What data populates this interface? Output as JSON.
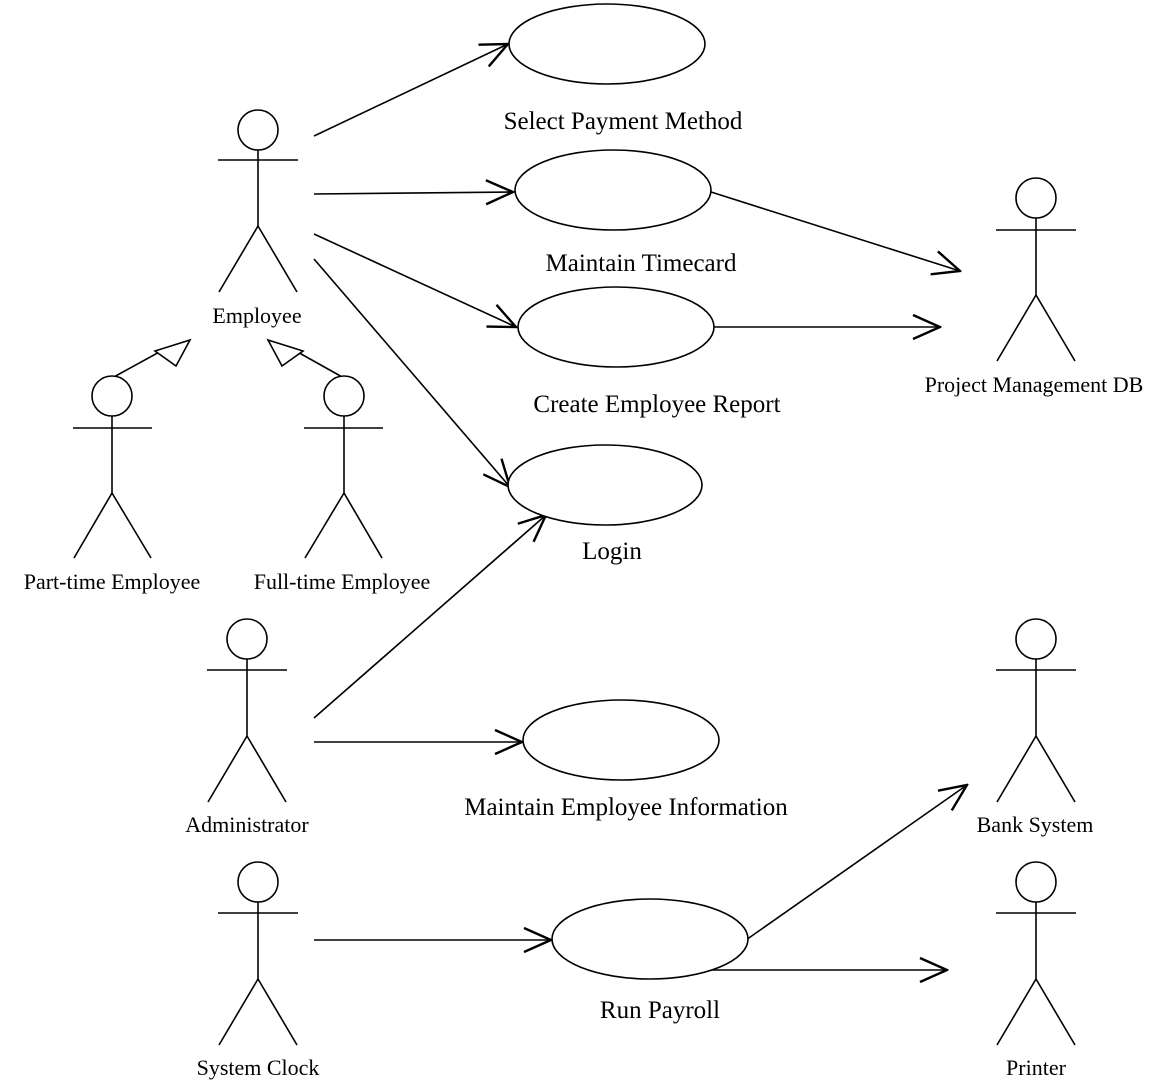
{
  "actors": {
    "employee": "Employee",
    "part_time": "Part-time Employee",
    "full_time": "Full-time Employee",
    "administrator": "Administrator",
    "system_clock": "System Clock",
    "project_db": "Project Management DB",
    "bank_system": "Bank System",
    "printer": "Printer"
  },
  "use_cases": {
    "select_payment": "Select Payment Method",
    "maintain_timecard": "Maintain Timecard",
    "create_report": "Create Employee Report",
    "login": "Login",
    "maintain_info": "Maintain Employee Information",
    "run_payroll": "Run Payroll"
  }
}
